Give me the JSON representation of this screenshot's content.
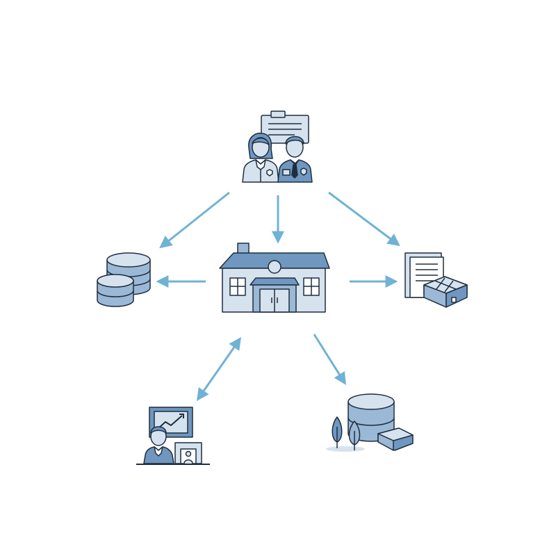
{
  "diagram": {
    "nodes": [
      {
        "id": "staff",
        "icon": "staff-with-clipboard-icon"
      },
      {
        "id": "school",
        "icon": "school-building-icon"
      },
      {
        "id": "databases",
        "icon": "stacked-databases-icon"
      },
      {
        "id": "records",
        "icon": "documents-and-storage-box-icon"
      },
      {
        "id": "analyst",
        "icon": "analyst-at-chart-board-icon"
      },
      {
        "id": "environment",
        "icon": "database-with-trees-icon"
      }
    ],
    "edges": [
      {
        "from": "staff",
        "to": "databases",
        "direction": "forward"
      },
      {
        "from": "staff",
        "to": "school",
        "direction": "forward"
      },
      {
        "from": "staff",
        "to": "records",
        "direction": "forward"
      },
      {
        "from": "school",
        "to": "databases",
        "direction": "forward"
      },
      {
        "from": "school",
        "to": "records",
        "direction": "forward"
      },
      {
        "from": "school",
        "to": "environment",
        "direction": "forward"
      },
      {
        "from": "school",
        "to": "analyst",
        "direction": "both"
      }
    ]
  },
  "colors": {
    "stroke": "#1f2d3d",
    "fill_dark": "#6f97bf",
    "fill_mid": "#9bb8d6",
    "fill_light": "#d6e3ef",
    "arrow": "#6fb2d4",
    "background": "#ffffff"
  }
}
